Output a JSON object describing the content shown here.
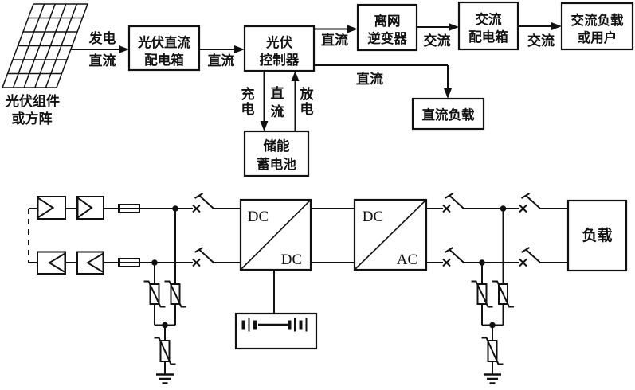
{
  "flow": {
    "pv_array": {
      "line1": "光伏组件",
      "line2": "或方阵"
    },
    "gen_arrow": {
      "above": "发电",
      "below": "直流"
    },
    "pv_dc_box": {
      "line1": "光伏直流",
      "line2": "配电箱"
    },
    "dc_to_controller": {
      "label": "直流"
    },
    "controller": {
      "line1": "光伏",
      "line2": "控制器"
    },
    "dc_to_inverter": {
      "label": "直流"
    },
    "inverter": {
      "line1": "离网",
      "line2": "逆变器"
    },
    "ac_to_acbox": {
      "label": "交流"
    },
    "ac_box": {
      "line1": "交流",
      "line2": "配电箱"
    },
    "ac_to_acload": {
      "label": "交流"
    },
    "ac_load": {
      "line1": "交流负载",
      "line2": "或用户"
    },
    "dc_to_dcload": {
      "label": "直流"
    },
    "dc_load": {
      "label": "直流负载"
    },
    "charge": {
      "char1": "充",
      "char2": "电"
    },
    "dc_mid": {
      "char1": "直",
      "char2": "流"
    },
    "discharge": {
      "char1": "放",
      "char2": "电"
    },
    "battery": {
      "line1": "储能",
      "line2": "蓄电池"
    }
  },
  "schematic": {
    "dc_dc_converter": {
      "input_label": "DC",
      "output_label": "DC"
    },
    "dc_ac_inverter": {
      "input_label": "DC",
      "output_label": "AC"
    },
    "load_box": {
      "label": "负载"
    }
  },
  "colors": {
    "ink": "#111111",
    "background": "#ffffff"
  }
}
